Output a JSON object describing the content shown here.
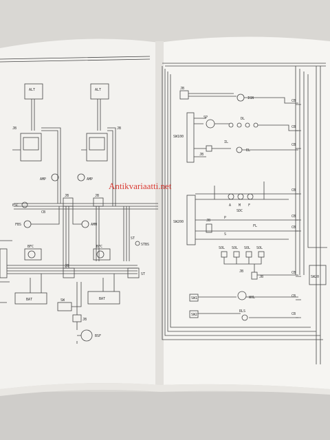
{
  "watermark": "Antikvariaatti.net",
  "left_page": {
    "labels": {
      "alt_left": "ALT",
      "alt_right": "ALT",
      "jb_left": "JB",
      "jb_right": "JB",
      "amp_left": "AMP",
      "amp_right": "AMP",
      "esc": "ESC",
      "cb_esc": "CB",
      "jb_center": "JB",
      "jb_center2": "JB",
      "fbs": "FBS",
      "amm": "AMM",
      "bfc_left": "BFC",
      "bfc_right": "BFC",
      "st_top": "ST",
      "st_box": "STBS",
      "st_right": "ST",
      "jb_lower": "JB",
      "bat_left": "BAT",
      "bat_right": "BAT",
      "sw": "SW",
      "jb_bottom": "JB",
      "bsf": "BSF"
    }
  },
  "right_page": {
    "labels": {
      "jb_top": "JB",
      "ign": "IGN",
      "sw100": "SW100",
      "sp": "SP",
      "dl": "DL",
      "jb_mid": "JB",
      "il": "IL",
      "el": "EL",
      "sw200": "SW200",
      "a": "A",
      "m": "M",
      "f": "F",
      "sdc": "SDC",
      "jb_fl": "JB",
      "p": "P",
      "s": "S",
      "fl": "FL",
      "sol1": "SOL",
      "sol2": "SOL",
      "sol3": "SOL",
      "sol4": "SOL",
      "jb_sol": "JB",
      "jb_sol2": "JB",
      "sw1": "SW1",
      "whl": "WHL",
      "sw2": "SW2",
      "rls": "RLS",
      "sw20": "SW20",
      "cb1": "CB",
      "cb2": "CB",
      "cb3": "CB",
      "cb4": "CB",
      "cb5": "CB",
      "cb6": "CB",
      "cb7": "CB",
      "cb8": "CB",
      "cb9": "CB"
    }
  }
}
